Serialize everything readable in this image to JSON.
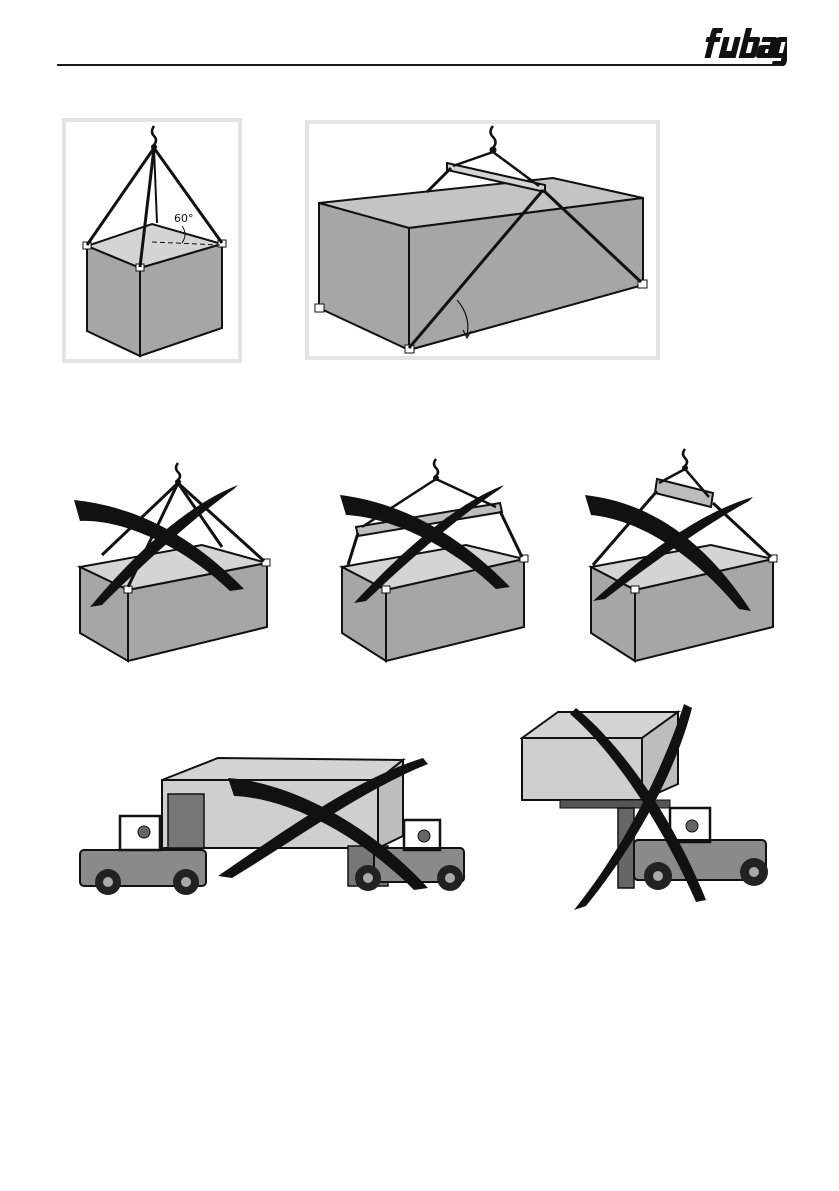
{
  "header": {
    "brand_logo": "fubag",
    "colors": {
      "rule": "#1a1a1a",
      "box_side": "#a6a6a6",
      "box_top": "#d4d4d4",
      "ink": "#111111"
    }
  },
  "figures": {
    "fig1": {
      "angle_label": "60°",
      "status": "correct"
    },
    "fig2": {
      "status": "correct"
    },
    "fig3": {
      "status": "prohibited"
    },
    "fig4": {
      "status": "prohibited"
    },
    "fig5": {
      "status": "prohibited"
    },
    "fig6": {
      "status": "prohibited"
    },
    "fig7": {
      "status": "prohibited"
    }
  }
}
